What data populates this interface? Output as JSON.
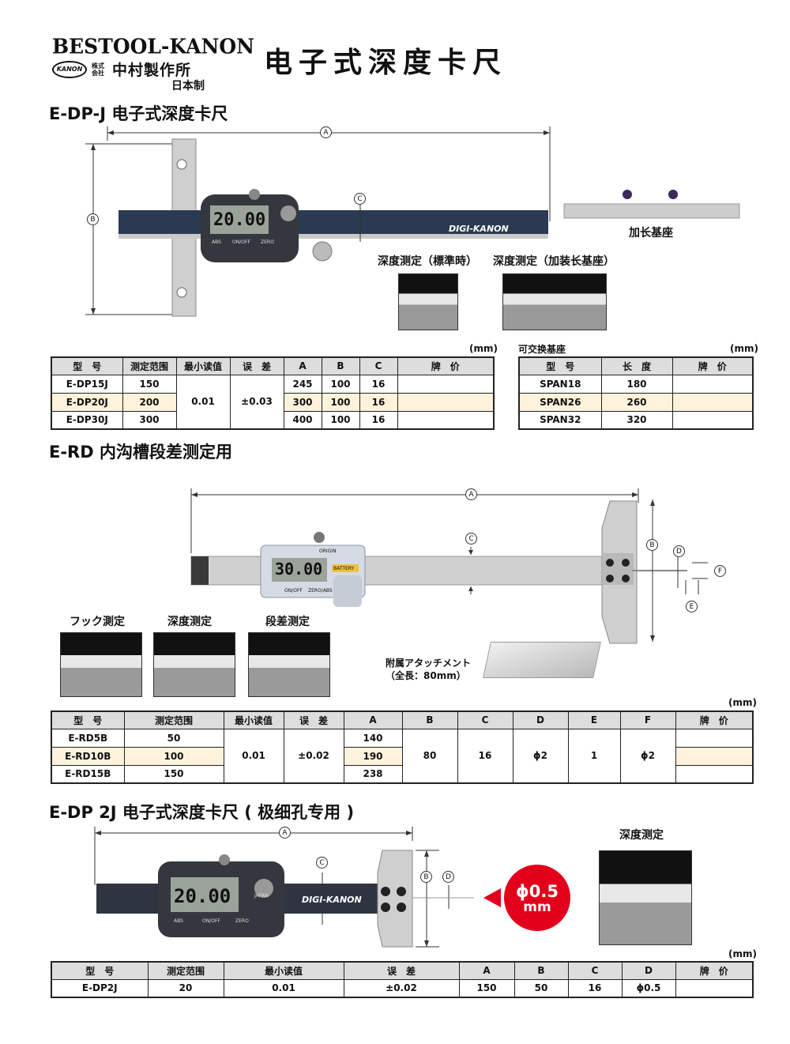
{
  "header": {
    "brand": "BESTOOL-KANON",
    "badge": "KANON",
    "company_prefix": "株式会社",
    "company": "中村製作所",
    "made_in": "日本制",
    "title": "电子式深度卡尺"
  },
  "section1": {
    "title": "E-DP-J  电子式深度卡尺",
    "display": "20.00",
    "scale_label": "DIGI-KANON",
    "lcd_labels": [
      "ABS",
      "ON/OFF",
      "ZERO"
    ],
    "dim_labels": [
      "A",
      "B",
      "C"
    ],
    "base_label": "加长基座",
    "photo_labels": [
      "深度测定（標準時）",
      "深度测定（加装长基座）"
    ],
    "unit": "(mm)",
    "table": {
      "headers": [
        "型　号",
        "测定范围",
        "最小读值",
        "误　差",
        "A",
        "B",
        "C",
        "牌　价"
      ],
      "rows": [
        {
          "model": "E-DP15J",
          "range": "150",
          "A": "245",
          "B": "100",
          "C": "16"
        },
        {
          "model": "E-DP20J",
          "range": "200",
          "A": "300",
          "B": "100",
          "C": "16"
        },
        {
          "model": "E-DP30J",
          "range": "300",
          "A": "400",
          "B": "100",
          "C": "16"
        }
      ],
      "resolution": "0.01",
      "error": "±0.03"
    },
    "base_table": {
      "caption": "可交换基座",
      "unit": "(mm)",
      "headers": [
        "型　号",
        "长　度",
        "牌　价"
      ],
      "rows": [
        {
          "model": "SPAN18",
          "length": "180"
        },
        {
          "model": "SPAN26",
          "length": "260"
        },
        {
          "model": "SPAN32",
          "length": "320"
        }
      ]
    }
  },
  "section2": {
    "title": "E-RD  内沟槽段差测定用",
    "display": "30.00",
    "lcd_labels": [
      "ORIGIN",
      "BATTERY",
      "ON/OFF",
      "ZERO/ABS"
    ],
    "dim_labels": [
      "A",
      "B",
      "C",
      "D",
      "E",
      "F"
    ],
    "photo_labels": [
      "フック測定",
      "深度测定",
      "段差测定"
    ],
    "attachment_label": "附属アタッチメント",
    "attachment_length": "（全長：80mm）",
    "unit": "(mm)",
    "table": {
      "headers": [
        "型　号",
        "测定范围",
        "最小读值",
        "误　差",
        "A",
        "B",
        "C",
        "D",
        "E",
        "F",
        "牌　价"
      ],
      "rows": [
        {
          "model": "E-RD5B",
          "range": "50",
          "A": "140"
        },
        {
          "model": "E-RD10B",
          "range": "100",
          "A": "190"
        },
        {
          "model": "E-RD15B",
          "range": "150",
          "A": "238"
        }
      ],
      "resolution": "0.01",
      "error": "±0.02",
      "B": "80",
      "C": "16",
      "D": "ϕ2",
      "E": "1",
      "F": "ϕ2"
    }
  },
  "section3": {
    "title": "E-DP 2J  电子式深度卡尺 ( 极细孔专用 )",
    "display": "20.00",
    "scale_label": "DIGI-KANON",
    "lcd_labels": [
      "ABS",
      "ON/OFF",
      "ZERO"
    ],
    "badge_text": "JAPAN",
    "dim_labels": [
      "A",
      "B",
      "C",
      "D"
    ],
    "callout": {
      "value": "ϕ0.5",
      "unit": "mm"
    },
    "photo_label": "深度测定",
    "unit": "(mm)",
    "table": {
      "headers": [
        "型　号",
        "测定范围",
        "最小读值",
        "误　差",
        "A",
        "B",
        "C",
        "D",
        "牌　价"
      ],
      "rows": [
        {
          "model": "E-DP2J",
          "range": "20",
          "resolution": "0.01",
          "error": "±0.02",
          "A": "150",
          "B": "50",
          "C": "16",
          "D": "ϕ0.5"
        }
      ]
    }
  },
  "colors": {
    "accent_red": "#e3001b",
    "highlight": "#fdf3dc",
    "header_gray": "#dddddd",
    "body_dark": "#34383e"
  }
}
